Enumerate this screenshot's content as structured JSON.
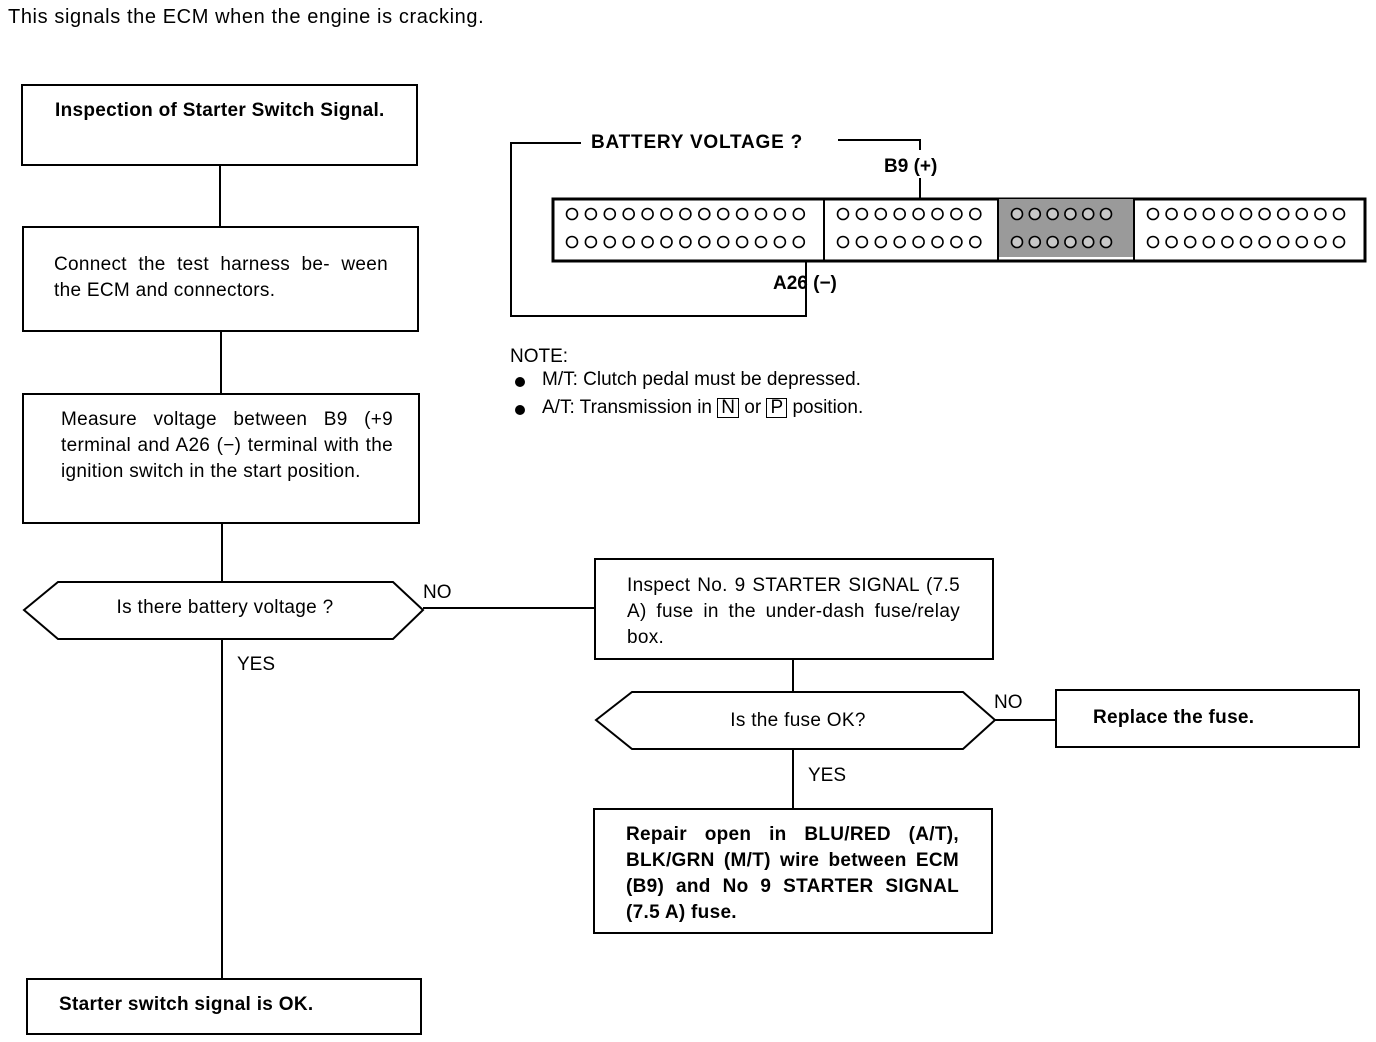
{
  "header": "This signals the ECM when the engine is cracking.",
  "flow": {
    "step1": "Inspection of Starter Switch Signal.",
    "step2": "Connect the test harness be- ween the ECM and connectors.",
    "step3": "Measure voltage between B9 (+9 terminal and A26 (−) terminal with the ignition switch in the start position.",
    "decision1": "Is there battery voltage ?",
    "no_label_1": "NO",
    "yes_label_1": "YES",
    "step_fuse": "Inspect No. 9 STARTER SIGNAL (7.5 A) fuse in the under-dash fuse/relay box.",
    "decision2": "Is the fuse OK?",
    "no_label_2": "NO",
    "yes_label_2": "YES",
    "replace": "Replace the fuse.",
    "repair": "Repair open in BLU/RED (A/T), BLK/GRN (M/T) wire between ECM (B9) and No 9 STARTER SIGNAL (7.5 A) fuse.",
    "ok": "Starter switch signal is OK."
  },
  "connector": {
    "question": "BATTERY VOLTAGE ?",
    "plus_terminal": "B9 (+)",
    "minus_terminal": "A26 (−)"
  },
  "note": {
    "title": "NOTE:",
    "line1": "M/T: Clutch pedal must be depressed.",
    "line2_prefix": "A/T: Transmission in",
    "pos_n": "N",
    "or": "or",
    "pos_p": "P",
    "line2_suffix": "position."
  }
}
